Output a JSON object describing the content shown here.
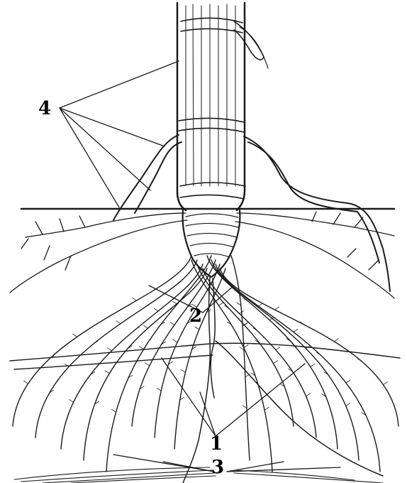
{
  "labels": {
    "l4": "4",
    "l2": "2",
    "l1": "1",
    "l3": "3"
  },
  "colors": {
    "ink": "#1a1a1a",
    "paper": "#ffffff"
  }
}
